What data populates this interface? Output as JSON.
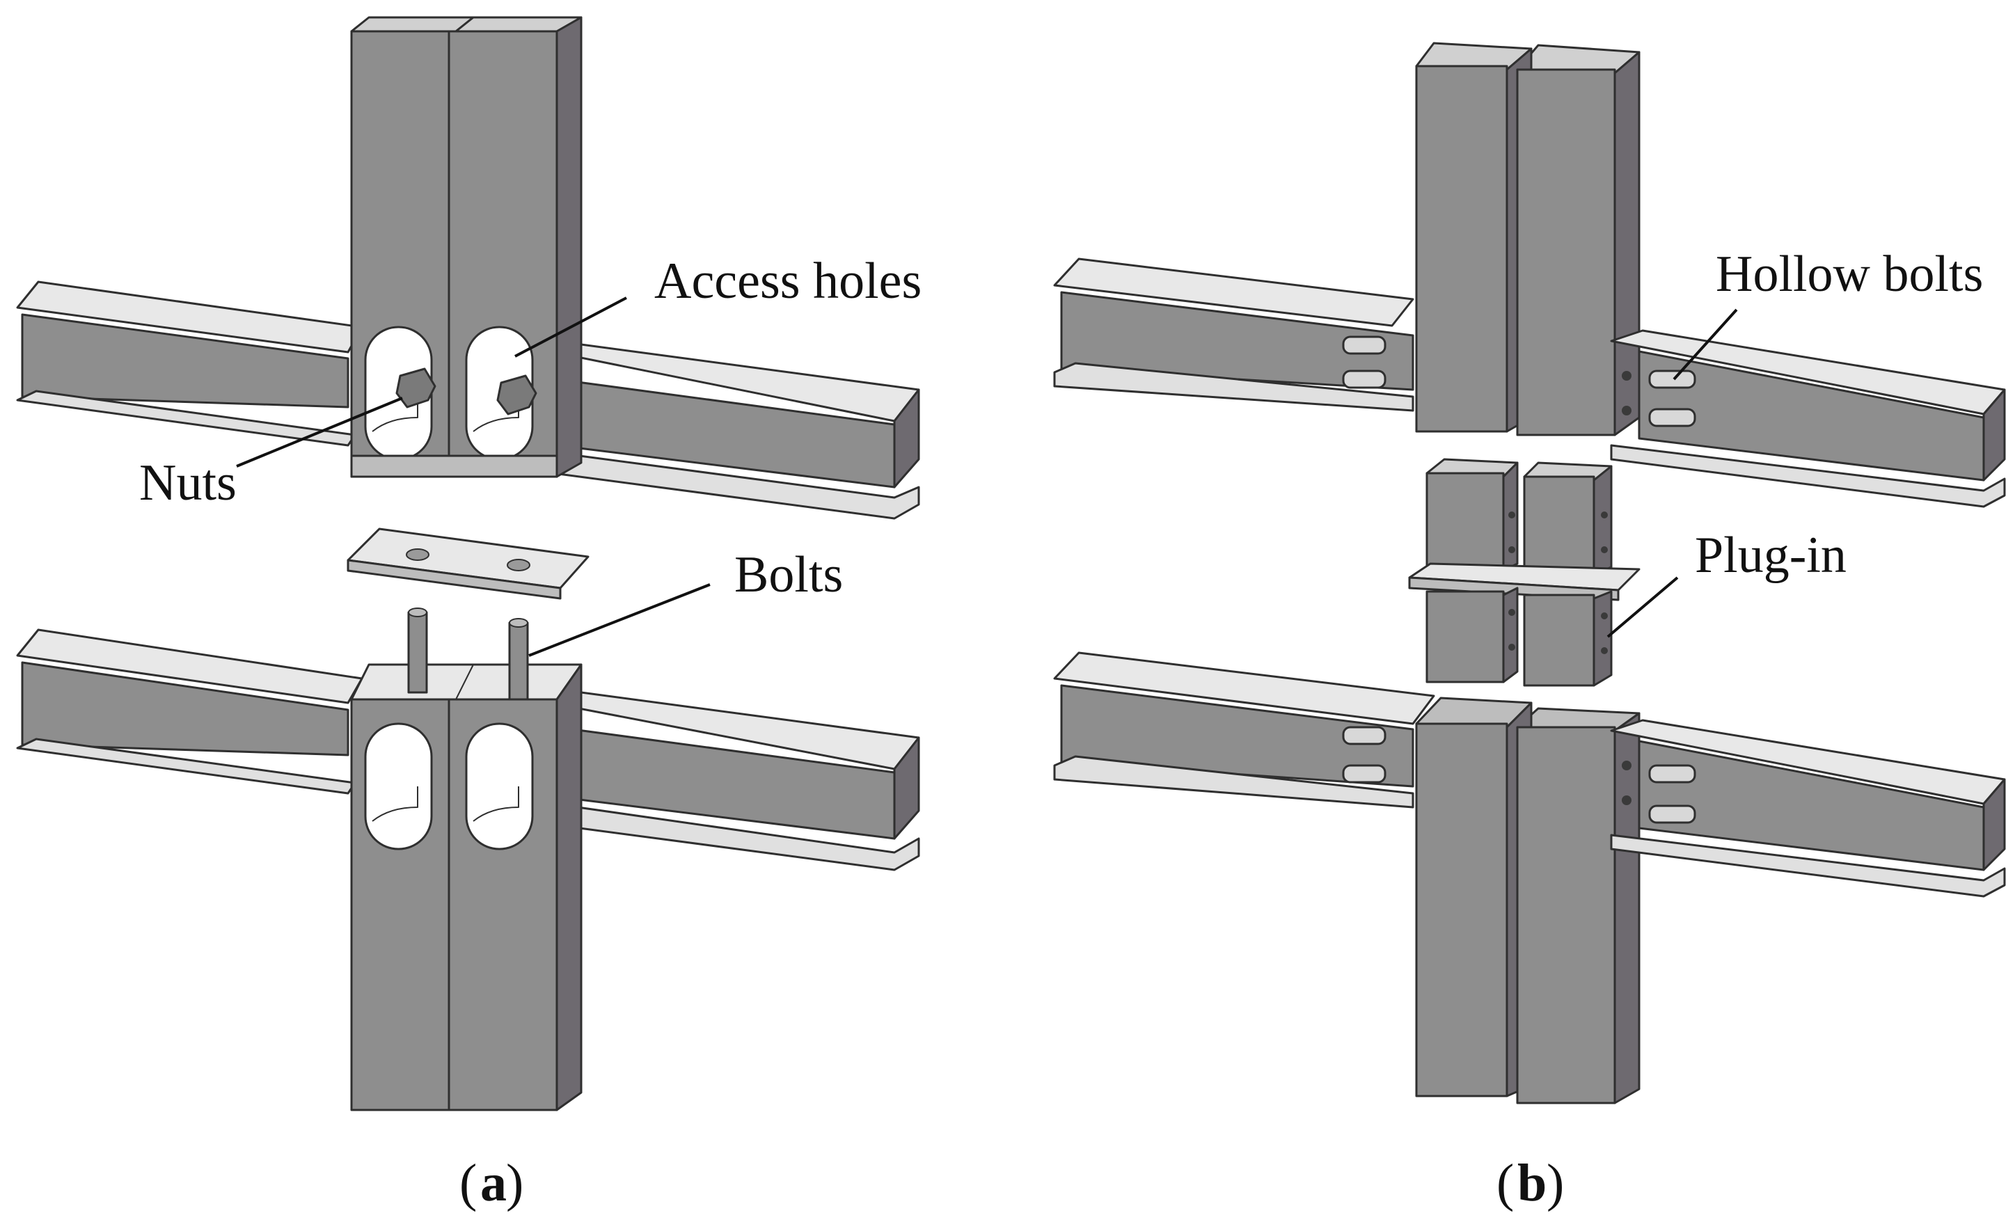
{
  "figure": {
    "panel_a": {
      "caption_open": "(",
      "caption_letter": "a",
      "caption_close": ")",
      "labels": {
        "access_holes": "Access holes",
        "nuts": "Nuts",
        "bolts": "Bolts"
      }
    },
    "panel_b": {
      "caption_open": "(",
      "caption_letter": "b",
      "caption_close": ")",
      "labels": {
        "hollow_bolts": "Hollow bolts",
        "plug_in": "Plug-in"
      }
    }
  },
  "colors": {
    "background": "#ffffff",
    "steel_face": "#8e8e8e",
    "steel_side": "#6e6a70",
    "steel_top": "#e6e6e6",
    "flange": "#d9d9d9",
    "outline": "#2f2f2f"
  }
}
